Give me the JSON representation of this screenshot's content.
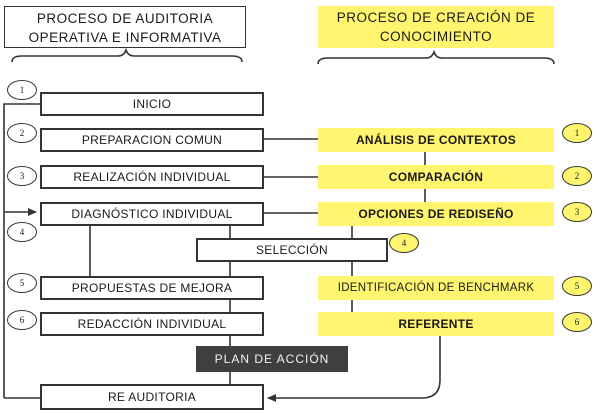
{
  "headers": {
    "left": [
      "PROCESO DE AUDITORIA",
      "OPERATIVA E INFORMATIVA"
    ],
    "right": [
      "PROCESO DE CREACIÓN DE",
      "CONOCIMIENTO"
    ]
  },
  "left_steps": [
    {
      "label": "INICIO",
      "badge": "1"
    },
    {
      "label": "PREPARACION COMUN",
      "badge": "2"
    },
    {
      "label": "REALIZACIÓN INDIVIDUAL",
      "badge": "3"
    },
    {
      "label": "DIAGNÓSTICO INDIVIDUAL",
      "badge": "4"
    },
    {
      "label": "PROPUESTAS DE MEJORA",
      "badge": "5"
    },
    {
      "label": "REDACCIÓN INDIVIDUAL",
      "badge": "6"
    }
  ],
  "right_steps": [
    {
      "label": "ANÁLISIS DE CONTEXTOS",
      "badge": "1"
    },
    {
      "label": "COMPARACIÓN",
      "badge": "2"
    },
    {
      "label": "OPCIONES DE REDISEÑO",
      "badge": "3"
    },
    {
      "label": "IDENTIFICACIÓN DE  BENCHMARK",
      "badge": "5"
    },
    {
      "label": "REFERENTE",
      "badge": "6"
    }
  ],
  "selection": {
    "label": "SELECCIÓN",
    "badge": "4"
  },
  "plan": {
    "label": "PLAN DE ACCIÓN"
  },
  "reaudit": {
    "label": "RE AUDITORIA"
  },
  "colors": {
    "yellow": "#fff56e",
    "dark": "#3f3f3f",
    "line": "#333333"
  }
}
